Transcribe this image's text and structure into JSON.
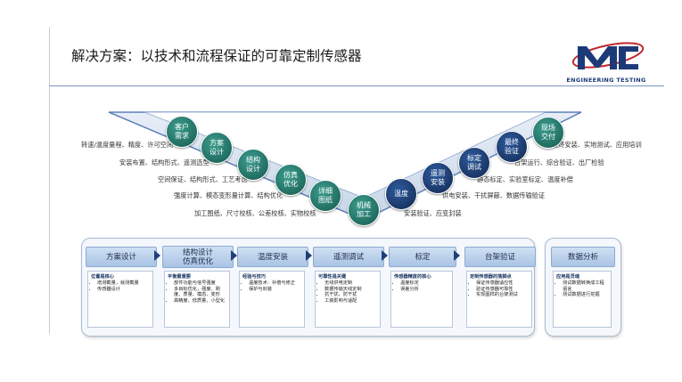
{
  "title": "解决方案：以技术和流程保证的可靠定制传感器",
  "logo": {
    "text": "ENGINEERING TESTING",
    "primary_color": "#1d3a78",
    "accent_color": "#c0282f"
  },
  "v_diagram": {
    "left_circles": [
      {
        "label": "客户\n需求"
      },
      {
        "label": "方案\n设计"
      },
      {
        "label": "结构\n设计"
      },
      {
        "label": "仿真\n优化"
      },
      {
        "label": "详细\n图纸"
      },
      {
        "label": "机械\n加工"
      }
    ],
    "right_circles": [
      {
        "label": "温度"
      },
      {
        "label": "遥测\n安装"
      },
      {
        "label": "标定\n调试"
      },
      {
        "label": "最终\n验证"
      },
      {
        "label": "现场\n交付"
      }
    ],
    "left_labels": [
      "转速/温度量程、精度、许可空间",
      "安装布置、结构形式、遥测选型",
      "空间保证、结构形式、工艺考虑",
      "强度计算、模态变形量计算、结构优化",
      "加工图纸、尺寸校核、公差校核、实物校核"
    ],
    "right_labels": [
      "最终安装、实地测试、应用培训",
      "台架运行、综合验证、出厂检验",
      "静态标定、实验室标定、温度补偿",
      "供电安装、干扰屏蔽、数据传输验证",
      "安装验证、应变封装"
    ]
  },
  "process": [
    {
      "header": "方案设计",
      "content_title": "位置是核心",
      "items": [
        "增测截量，就测截量",
        "传感器设计"
      ]
    },
    {
      "header": "结构设计\n仿真优化",
      "content_title": "平衡最重要",
      "items": [
        "部件功能与信号强度",
        "多目标优化，强度、刚度、质量、模态、变形",
        "高精度、低质量、小型化"
      ]
    },
    {
      "header": "温度安装",
      "content_title": "经验与技巧",
      "items": [
        "温度技术：补偿与修正",
        "保护与封装"
      ]
    },
    {
      "header": "遥测调试",
      "content_title": "可靠性是关键",
      "items": [
        "无线供电定制",
        "数据传输天线定制",
        "抗干扰、防干扰",
        "工装影响与适配"
      ]
    },
    {
      "header": "标定",
      "content_title": "传感器精度的核心",
      "items": [
        "温度标定",
        "误差分析"
      ]
    },
    {
      "header": "台架验证",
      "content_title": "定制传感器的落脚点",
      "items": [
        "保证传感器适应性",
        "验证传感器可靠性",
        "实现图样的台架测试"
      ]
    },
    {
      "header": "数据分析",
      "content_title": "应用是灵魂",
      "items": [
        "测试数据转换成工程语言",
        "测试数据进行挖掘"
      ]
    }
  ]
}
